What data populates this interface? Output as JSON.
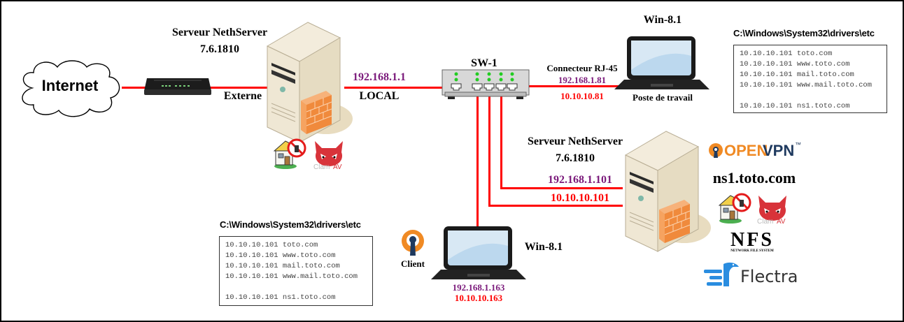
{
  "diagram": {
    "internet": {
      "label": "Internet"
    },
    "modem": {
      "icon": "router-modem-icon"
    },
    "gateway_server": {
      "title": "Serveur NethServer",
      "version": "7.6.1810",
      "external_label": "Externe",
      "local_ip": "192.168.1.1",
      "local_label": "LOCAL",
      "badges": [
        "firewall-hotspot-icon",
        "clamav-icon"
      ]
    },
    "switch": {
      "label": "SW-1"
    },
    "workstation": {
      "title": "Win-8.1",
      "connector_label": "Connecteur RJ-45",
      "ip_lan": "192.168.1.81",
      "ip_vpn": "10.10.10.81",
      "caption": "Poste de travail"
    },
    "hosts_top": {
      "title": "C:\\Windows\\System32\\drivers\\etc",
      "lines": [
        "10.10.10.101 toto.com",
        "10.10.10.101 www.toto.com",
        "10.10.10.101 mail.toto.com",
        "10.10.10.101 www.mail.toto.com",
        "",
        "10.10.10.101 ns1.toto.com"
      ]
    },
    "ns1_server": {
      "title": "Serveur NethServer",
      "version": "7.6.1810",
      "ip_lan": "192.168.1.101",
      "ip_vpn": "10.10.10.101",
      "hostname": "ns1.toto.com",
      "openvpn_open": "OPEN",
      "openvpn_vpn": "VPN",
      "openvpn_tm": "™",
      "nfs_label": "NFS",
      "nfs_sub": "NETWORK FILE SYSTEM",
      "flectra_label": "Flectra",
      "clamav_label": "ClamAV"
    },
    "hosts_bottom": {
      "title": "C:\\Windows\\System32\\drivers\\etc",
      "lines": [
        "10.10.10.101 toto.com",
        "10.10.10.101 www.toto.com",
        "10.10.10.101 mail.toto.com",
        "10.10.10.101 www.mail.toto.com",
        "",
        "10.10.10.101 ns1.toto.com"
      ]
    },
    "vpn_client": {
      "title": "Win-8.1",
      "client_label": "Client",
      "ip_lan": "192.168.1.163",
      "ip_vpn": "10.10.10.163"
    },
    "colors": {
      "wire": "#ff0000",
      "lan_ip": "#7b1a7b",
      "vpn_ip": "#ff0000",
      "openvpn_orange": "#f08a24",
      "openvpn_navy": "#1f3a5f",
      "flectra_blue": "#2a8de0",
      "switch_led": "#22cc22"
    }
  }
}
